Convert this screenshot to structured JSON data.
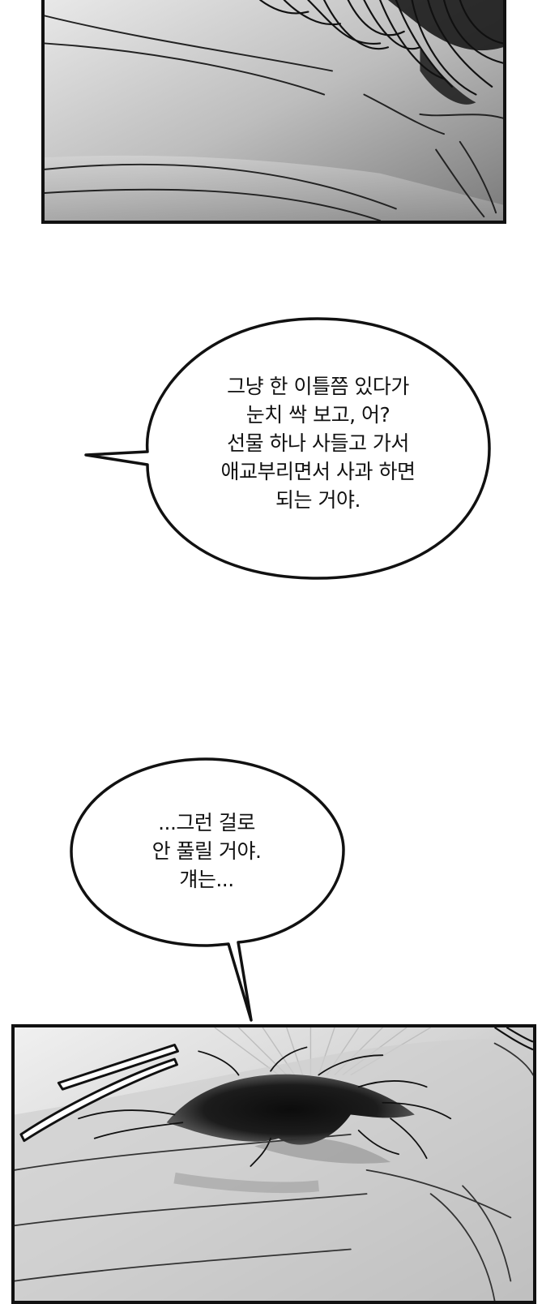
{
  "bubbles": [
    {
      "lines": [
        "그냥 한 이틀쯤 있다가",
        "눈치 싹 보고, 어?",
        "선물 하나 사들고 가서",
        "애교부리면서 사과 하면",
        "되는 거야."
      ]
    },
    {
      "lines": [
        "...그런 걸로",
        "안 풀릴 거야.",
        "걔는..."
      ]
    }
  ]
}
